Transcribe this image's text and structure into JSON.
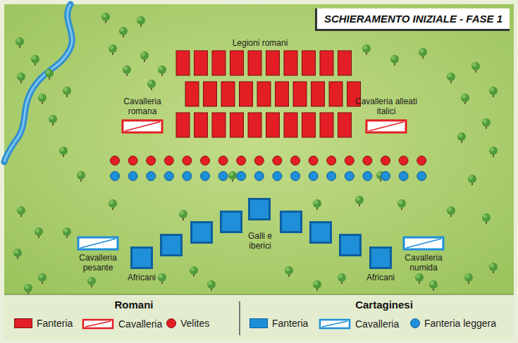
{
  "diagram": {
    "title": "SCHIERAMENTO INIZIALE - FASE 1",
    "labels": [
      "Legioni romani",
      "Cavalleria romana",
      "Cavalleria alleati italici",
      "Galli e iberici",
      "Cavalleria pesante",
      "Africani",
      "Africani",
      "Cavalleria numida",
      "Romani",
      "Cartaginesi"
    ],
    "legend": [
      {
        "text": "Fanteria",
        "color": "#e31e24"
      },
      {
        "text": "Cavalleria"
      },
      {
        "text": "Velites",
        "color": "#e31e24"
      },
      {
        "text": "Fanteria",
        "color": "#1e8fd8"
      },
      {
        "text": "Cavalleria"
      },
      {
        "text": "Fanteria leggera",
        "color": "#1e8fd8"
      }
    ]
  }
}
